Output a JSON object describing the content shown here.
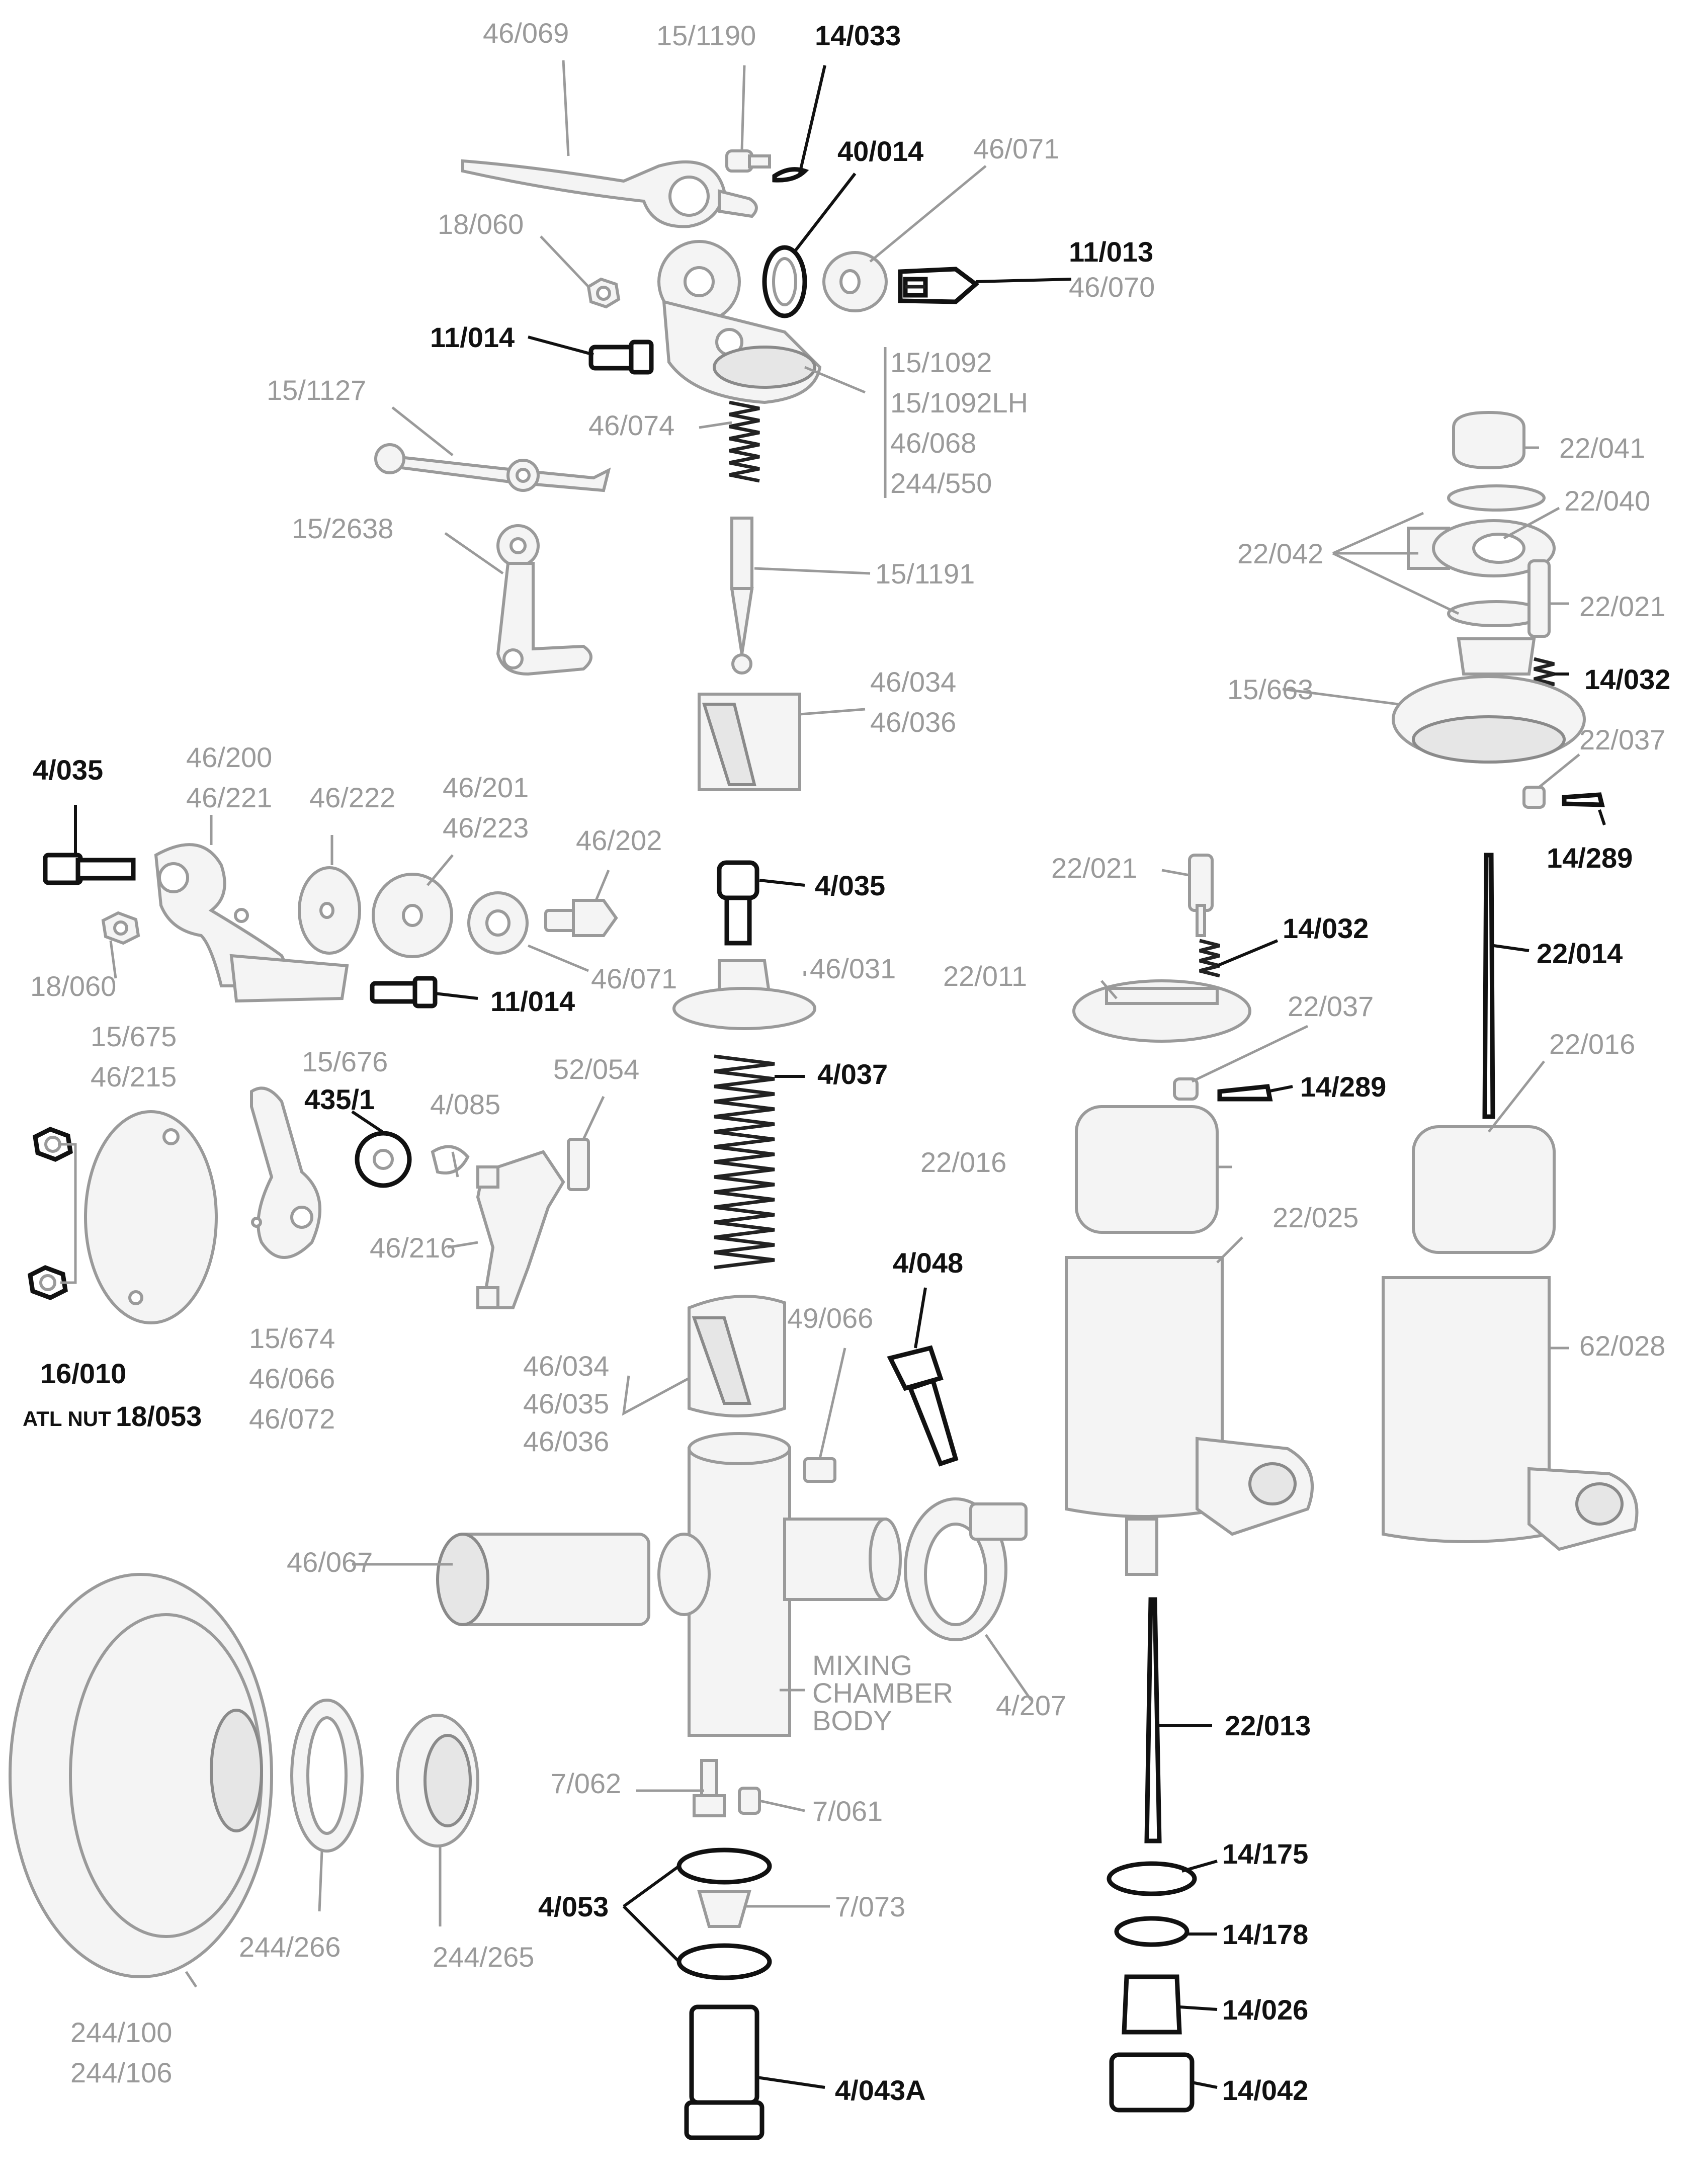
{
  "labels": {
    "l1": "46/069",
    "l2": "15/1190",
    "l3": "14/033",
    "l4": "40/014",
    "l5": "46/071",
    "l6": "18/060",
    "l7": "11/013",
    "l8": "46/070",
    "l9": "11/014",
    "l10": "15/1127",
    "l11": "46/074",
    "l12": "15/1092",
    "l13": "15/1092LH",
    "l14": "46/068",
    "l15": "244/550",
    "l16": "15/2638",
    "l17": "15/1191",
    "l18": "46/034",
    "l19": "46/036",
    "l20": "22/041",
    "l21": "22/040",
    "l22": "22/042",
    "l23": "22/021",
    "l24": "14/032",
    "l25": "15/663",
    "l26": "22/037",
    "l27": "14/289",
    "l28": "4/035",
    "l29": "46/200",
    "l30": "46/221",
    "l31": "46/222",
    "l32": "46/201",
    "l33": "46/223",
    "l34": "46/202",
    "l35": "18/060",
    "l36": "11/014",
    "l37": "46/071",
    "l38": "4/035",
    "l39": "46/031",
    "l40": "22/021",
    "l41": "14/032",
    "l42": "22/014",
    "l43": "22/011",
    "l44": "22/037",
    "l45": "14/289",
    "l46": "15/675",
    "l47": "46/215",
    "l48": "15/676",
    "l49": "435/1",
    "l50": "4/085",
    "l51": "52/054",
    "l52": "4/037",
    "l53": "22/016",
    "l54": "22/016",
    "l55": "22/025",
    "l56": "46/216",
    "l57": "4/048",
    "l58": "49/066",
    "l59": "62/028",
    "l60": "16/010",
    "l61": "ATL NUT",
    "l62": "18/053",
    "l63": "15/674",
    "l64": "46/066",
    "l65": "46/072",
    "l66": "46/034",
    "l67": "46/035",
    "l68": "46/036",
    "l69": "46/067",
    "l70": "MIXING",
    "l71": "CHAMBER",
    "l72": "BODY",
    "l73": "4/207",
    "l74": "22/013",
    "l75": "7/062",
    "l76": "7/061",
    "l77": "14/175",
    "l78": "4/053",
    "l79": "7/073",
    "l80": "14/178",
    "l81": "244/266",
    "l82": "244/265",
    "l83": "14/026",
    "l84": "244/100",
    "l85": "244/106",
    "l86": "4/043A",
    "l87": "14/042"
  },
  "colors": {
    "faded": "#9a9a9a",
    "highlight": "#111111"
  }
}
